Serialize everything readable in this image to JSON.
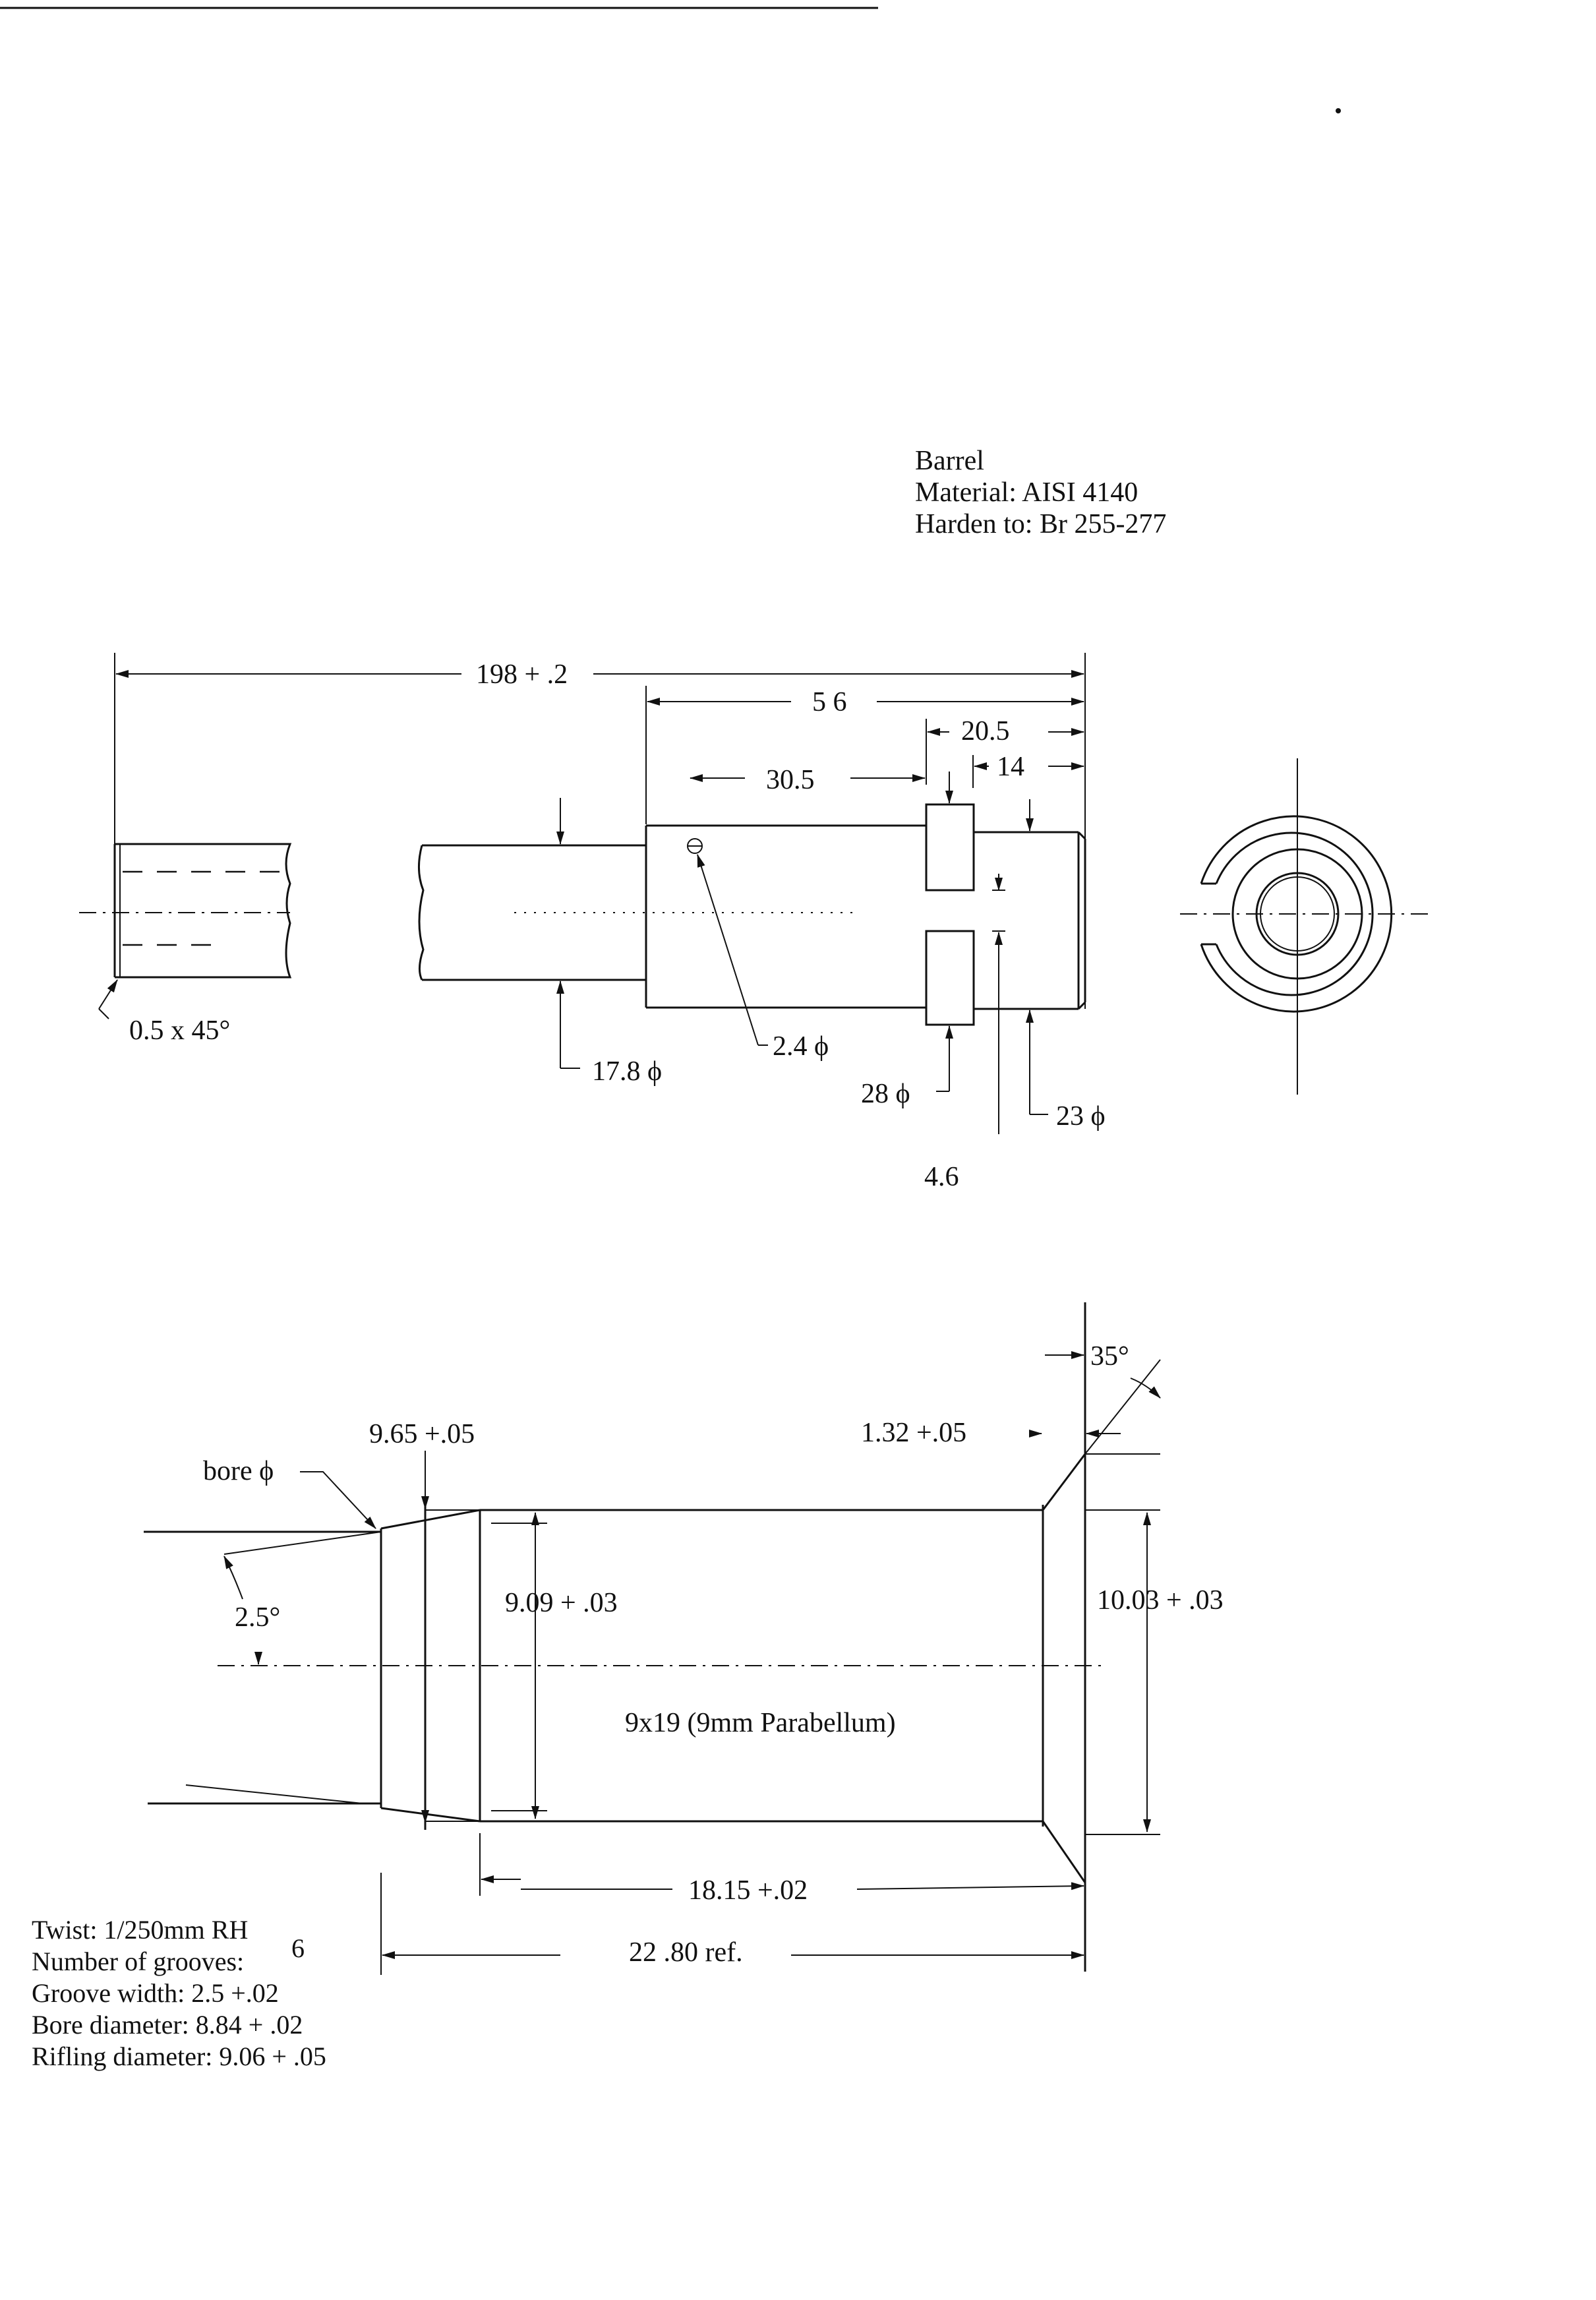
{
  "title_block": {
    "part": "Barrel",
    "material": "Material:  AISI  4140",
    "harden": "Harden  to:  Br  255-277"
  },
  "side_view": {
    "overall_length": "198 + .2",
    "dim_56": "5 6",
    "dim_20_5": "20.5",
    "dim_14": "14",
    "dim_30_5": "30.5",
    "chamfer": "0.5 x 45°",
    "dia_17_8": "17.8 ϕ",
    "hole_2_4": "2.4 ϕ",
    "dia_28": "28 ϕ",
    "dia_23": "23 ϕ",
    "dim_4_6": "4.6"
  },
  "chamber_view": {
    "angle_35": "35°",
    "dim_9_65": "9.65  +.05",
    "dim_1_32": "1.32  +.05",
    "bore_label": "bore ϕ",
    "angle_2_5": "2.5°",
    "dim_9_09": "9.09 + .03",
    "dim_10_03": "10.03 + .03",
    "cartridge": "9x19 (9mm Parabellum)",
    "dim_18_15": "18.15 +.02",
    "dim_22_80": "22 .80 ref."
  },
  "notes": {
    "twist": "Twist: 1/250mm RH",
    "grooves_label": "Number of grooves:",
    "grooves_value": "6",
    "groove_width": "Groove  width:  2.5  +.02",
    "bore_diameter": "Bore  diameter:  8.84 + .02",
    "rifling_diameter": "Rifling  diameter:  9.06 + .05"
  }
}
